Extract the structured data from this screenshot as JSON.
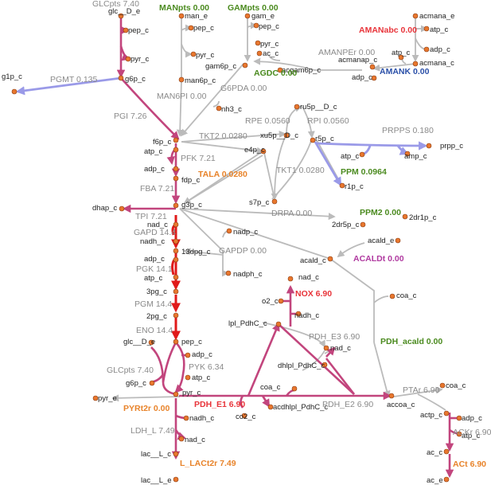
{
  "colors": {
    "gray_edge": "#bbbbbb",
    "pink_edge": "#c2457d",
    "red_edge": "#e01a1a",
    "blue_edge": "#9a9ae8",
    "node_fill": "#e8772e",
    "green_label": "#4a8a1e",
    "red_label": "#e8343a",
    "blue_label": "#2a4fa8",
    "orange_label": "#e8832a",
    "magenta_label": "#b03aa0",
    "gray_label": "#8a8a8a"
  },
  "metabolites": [
    "glc__D_e",
    "pep_c",
    "pyr_c",
    "g6p_c",
    "g1p_c",
    "man_e",
    "pep_c",
    "pyr_c",
    "man6p_c",
    "gam_e",
    "pep_c",
    "pyr_c",
    "ac_c",
    "gam6p_c",
    "acgam6p_c",
    "acmana_e",
    "atp_c",
    "adp_c",
    "acmana_c",
    "atp_c",
    "acmanap_c",
    "adp_c",
    "nh3_c",
    "f6p_c",
    "atp_c",
    "adp_c",
    "fdp_c",
    "g3p_c",
    "dhap_c",
    "ru5p__D_c",
    "xu5p__D_c",
    "r5p_c",
    "e4p_c",
    "s7p_c",
    "atp_c",
    "amp_c",
    "prpp_c",
    "r1p_c",
    "2dr5p_c",
    "2dr1p_c",
    "nad_c",
    "nadh_c",
    "13dpg_c",
    "adp_c",
    "atp_c",
    "3pg_c",
    "2pg_c",
    "pep_c",
    "nadp_c",
    "nadph_c",
    "acald_e",
    "acald_c",
    "coa_c",
    "nad_c",
    "o2_c",
    "nadh_c",
    "lpl_PdhC_c",
    "nad_c",
    "dhlpl_PdhC_c",
    "glc__D_e",
    "adp_c",
    "g6p_c",
    "atp_c",
    "pyr_c",
    "pyr_e",
    "coa_c",
    "acdhlpl_PdhC_c",
    "co2_c",
    "accoa_c",
    "coa_c",
    "actp_c",
    "adp_c",
    "atp_c",
    "ac_c",
    "ac_e",
    "nadh_c",
    "nad_c",
    "lac__L_c",
    "lac__L_e"
  ],
  "reactions": [
    {
      "label": "GLCpts 7.40",
      "color": "gray"
    },
    {
      "label": "MANpts 0.00",
      "color": "green"
    },
    {
      "label": "GAMpts 0.00",
      "color": "green"
    },
    {
      "label": "AMANabc 0.00",
      "color": "red"
    },
    {
      "label": "AMANPEr 0.00",
      "color": "gray"
    },
    {
      "label": "AMANK 0.00",
      "color": "blue"
    },
    {
      "label": "AGDC 0.00",
      "color": "green"
    },
    {
      "label": "PGMT 0.135",
      "color": "gray"
    },
    {
      "label": "MAN6PI 0.00",
      "color": "gray"
    },
    {
      "label": "G6PDA 0.00",
      "color": "gray"
    },
    {
      "label": "PGI 7.26",
      "color": "gray"
    },
    {
      "label": "RPE 0.0560",
      "color": "gray"
    },
    {
      "label": "RPI 0.0560",
      "color": "gray"
    },
    {
      "label": "PRPPS 0.180",
      "color": "gray"
    },
    {
      "label": "TKT2 0.0280",
      "color": "gray"
    },
    {
      "label": "PFK 7.21",
      "color": "gray"
    },
    {
      "label": "TALA 0.0280",
      "color": "orange"
    },
    {
      "label": "TKT1 0.0280",
      "color": "gray"
    },
    {
      "label": "PPM 0.0964",
      "color": "green"
    },
    {
      "label": "FBA 7.21",
      "color": "gray"
    },
    {
      "label": "DRPA 0.00",
      "color": "gray"
    },
    {
      "label": "PPM2 0.00",
      "color": "green"
    },
    {
      "label": "TPI 7.21",
      "color": "gray"
    },
    {
      "label": "GAPD 14.4",
      "color": "gray"
    },
    {
      "label": "GAPDP 0.00",
      "color": "gray"
    },
    {
      "label": "ACALDt 0.00",
      "color": "magenta"
    },
    {
      "label": "PGK 14.1",
      "color": "gray"
    },
    {
      "label": "NOX 6.90",
      "color": "red"
    },
    {
      "label": "PGM 14.4",
      "color": "gray"
    },
    {
      "label": "ENO 14.4",
      "color": "gray"
    },
    {
      "label": "PDH_E3 6.90",
      "color": "gray"
    },
    {
      "label": "PDH_acald 0.00",
      "color": "green"
    },
    {
      "label": "GLCpts 7.40",
      "color": "gray"
    },
    {
      "label": "PYK 6.34",
      "color": "gray"
    },
    {
      "label": "PTAr 6.90",
      "color": "gray"
    },
    {
      "label": "PYRt2r 0.00",
      "color": "orange"
    },
    {
      "label": "PDH_E1 6.90",
      "color": "red"
    },
    {
      "label": "PDH_E2 6.90",
      "color": "gray"
    },
    {
      "label": "ACKr 6.90",
      "color": "gray"
    },
    {
      "label": "LDH_L 7.49",
      "color": "gray"
    },
    {
      "label": "L_LACt2r 7.49",
      "color": "orange"
    },
    {
      "label": "ACt 6.90",
      "color": "orange"
    }
  ]
}
